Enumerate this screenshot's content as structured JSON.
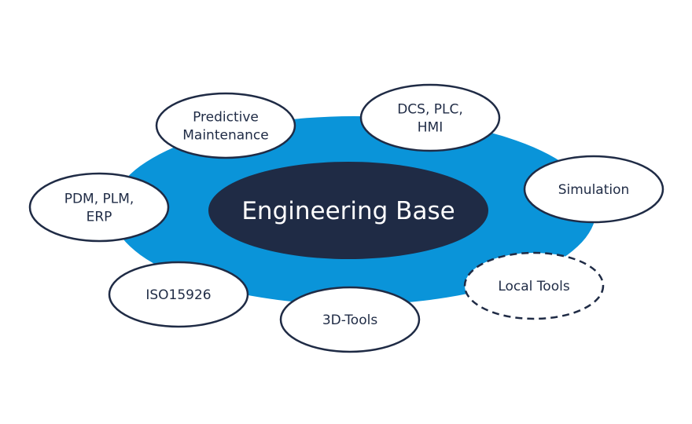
{
  "colors": {
    "platform": "#0a94d9",
    "hub": "#1f2b45",
    "hub_text": "#ffffff",
    "node_border": "#1f2b45",
    "node_text": "#1f2b45"
  },
  "center": {
    "label": "Engineering Base"
  },
  "nodes": [
    {
      "id": "predictive-maintenance",
      "lines": [
        "Predictive",
        "Maintenance"
      ],
      "border": "solid"
    },
    {
      "id": "dcs-plc-hmi",
      "lines": [
        "DCS, PLC,",
        "HMI"
      ],
      "border": "solid"
    },
    {
      "id": "simulation",
      "lines": [
        "Simulation"
      ],
      "border": "solid"
    },
    {
      "id": "local-tools",
      "lines": [
        "Local Tools"
      ],
      "border": "dashed"
    },
    {
      "id": "3d-tools",
      "lines": [
        "3D-Tools"
      ],
      "border": "solid"
    },
    {
      "id": "iso15926",
      "lines": [
        "ISO15926"
      ],
      "border": "solid"
    },
    {
      "id": "pdm-plm-erp",
      "lines": [
        "PDM, PLM,",
        "ERP"
      ],
      "border": "solid"
    }
  ]
}
